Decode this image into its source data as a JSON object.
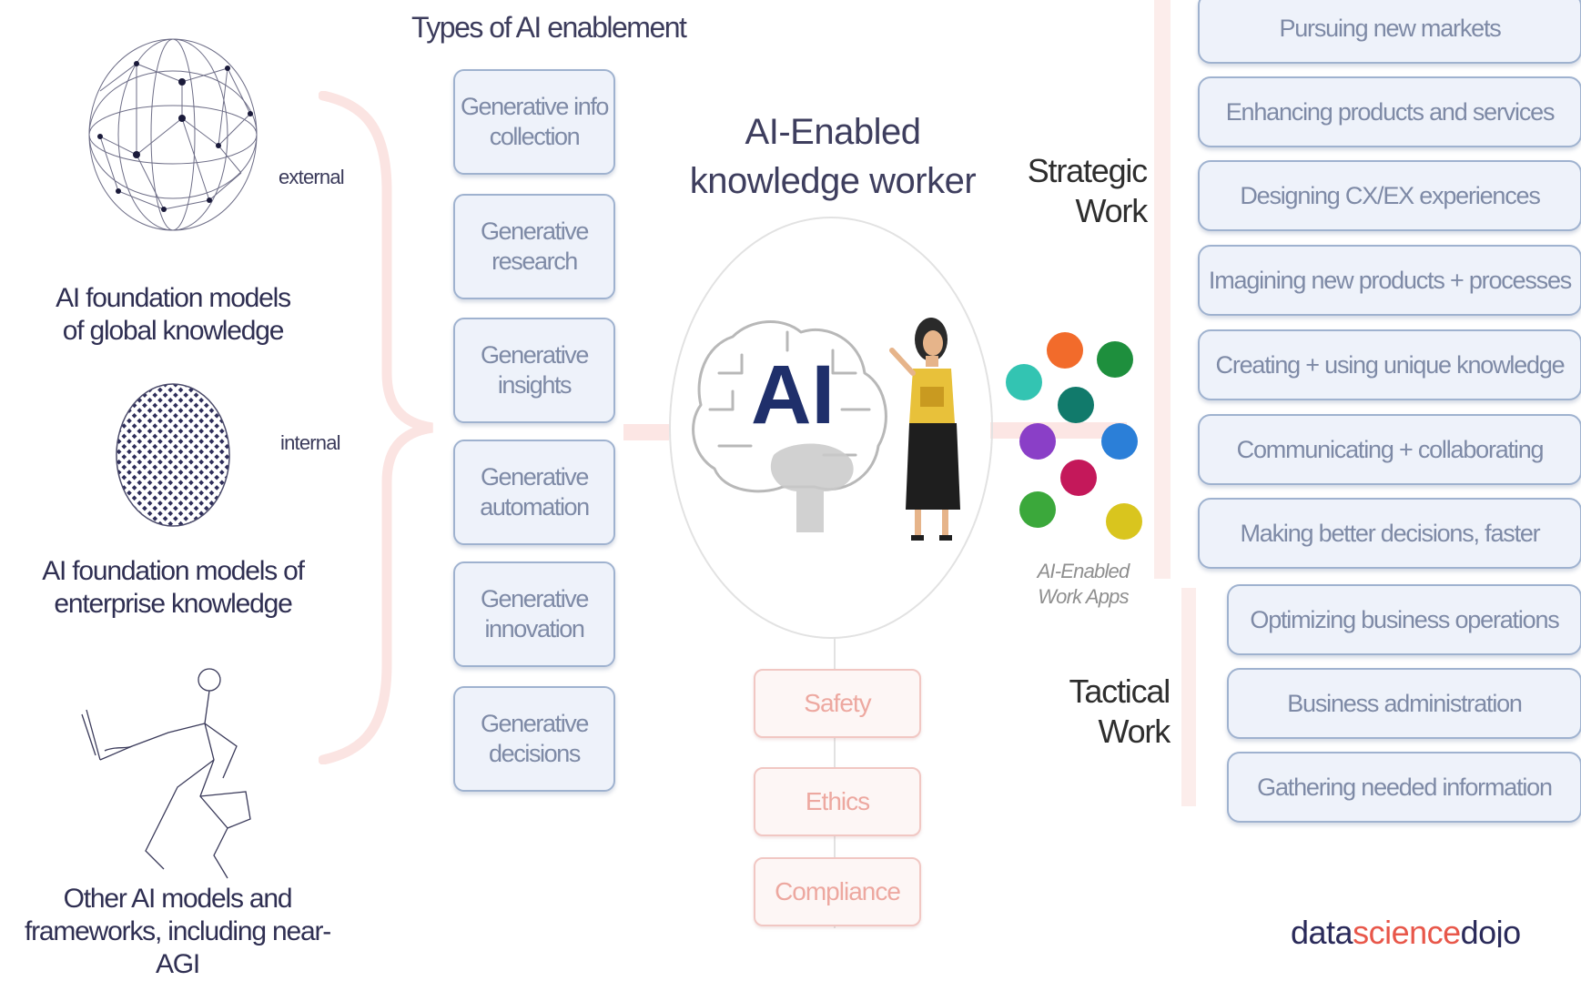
{
  "sources": {
    "external_label": "external",
    "internal_label": "internal",
    "global_models": "AI foundation models of global knowledge",
    "enterprise_models": "AI foundation models of enterprise knowledge",
    "other_models": "Other AI models and frameworks, including near-AGI"
  },
  "enablement": {
    "heading": "Types of AI enablement",
    "items": [
      {
        "label": "Generative info collection"
      },
      {
        "label": "Generative research"
      },
      {
        "label": "Generative insights"
      },
      {
        "label": "Generative automation"
      },
      {
        "label": "Generative innovation"
      },
      {
        "label": "Generative decisions"
      }
    ]
  },
  "center": {
    "title": "AI-Enabled knowledge worker",
    "brain_text": "AI",
    "governance": [
      "Safety",
      "Ethics",
      "Compliance"
    ]
  },
  "apps": {
    "label": "AI-Enabled Work Apps",
    "dot_colors": [
      "#f26b2b",
      "#1e8f3d",
      "#33c4b2",
      "#117a6b",
      "#8a3fc7",
      "#2b7fd8",
      "#c4185a",
      "#3ba83b",
      "#d9c51e"
    ]
  },
  "work": {
    "strategic_label": "Strategic Work",
    "tactical_label": "Tactical Work",
    "strategic_items": [
      "Pursuing new markets",
      "Enhancing products and services",
      "Designing CX/EX experiences",
      "Imagining new products + processes",
      "Creating + using unique knowledge",
      "Communicating + collaborating",
      "Making better decisions, faster"
    ],
    "tactical_items": [
      "Optimizing business operations",
      "Business administration",
      "Gathering needed information"
    ]
  },
  "logo": {
    "part1": "data",
    "part2": "science",
    "part3": "dojo",
    "color1": "#2a2a5a",
    "color2": "#e8574a"
  }
}
